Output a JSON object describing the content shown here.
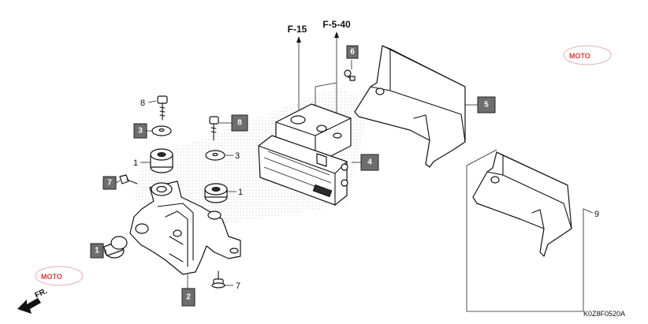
{
  "references": {
    "ref_a": "F-15",
    "ref_b": "F-5-40"
  },
  "callouts": {
    "c1a": "1",
    "c1b": "1",
    "c1box": "1",
    "c2": "2",
    "c3box": "3",
    "c3": "3",
    "c4": "4",
    "c5": "5",
    "c6": "6",
    "c7box": "7",
    "c7": "7",
    "c8": "8",
    "c8box": "8",
    "c9": "9"
  },
  "direction_label": "FR.",
  "diagram_code": "K0Z8F0520A",
  "watermark": "MOTO",
  "colors": {
    "label_box": "#6e6e6e",
    "line": "#111111",
    "watermark": "#d93a3a"
  }
}
